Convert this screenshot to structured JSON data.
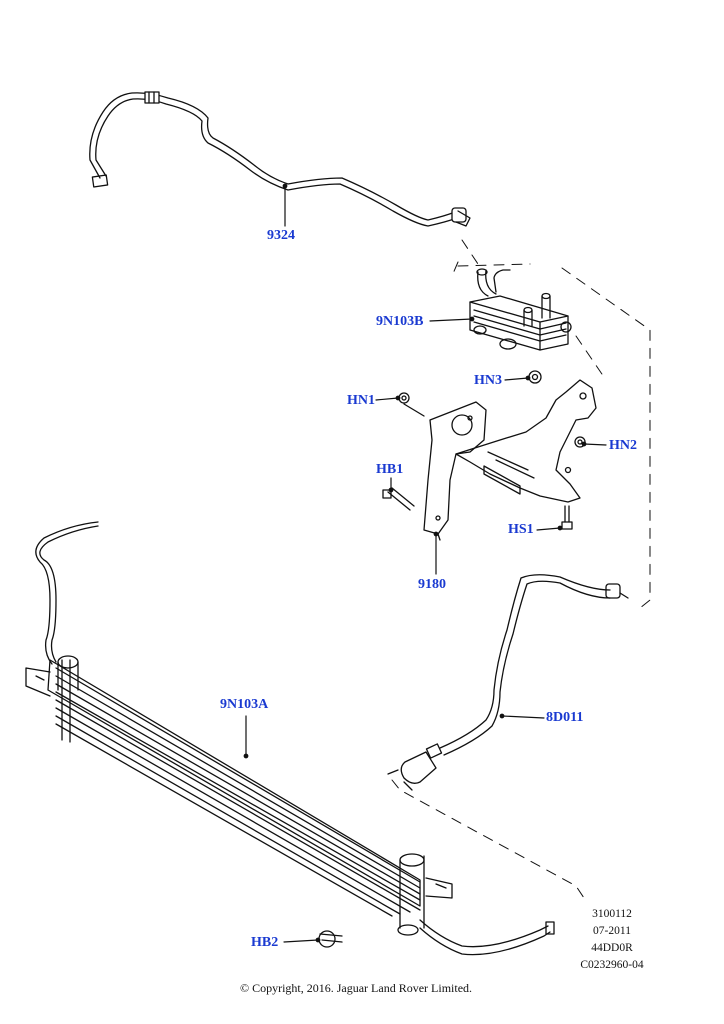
{
  "callouts": {
    "pipe_9324": "9324",
    "cooler_9N103B": "9N103B",
    "nut_HN3": "HN3",
    "nut_HN1": "HN1",
    "nut_HN2": "HN2",
    "bolt_HB1": "HB1",
    "screw_HS1": "HS1",
    "bracket_9180": "9180",
    "cooler_9N103A": "9N103A",
    "pipe_8D011": "8D011",
    "bolt_HB2": "HB2"
  },
  "metadata": {
    "ref1": "3100112",
    "date": "07-2011",
    "code": "44DD0R",
    "image_code": "C0232960-04"
  },
  "copyright": "© Copyright, 2016. Jaguar Land Rover Limited.",
  "colors": {
    "callout_text": "#1a3ad1",
    "line": "#111111"
  }
}
